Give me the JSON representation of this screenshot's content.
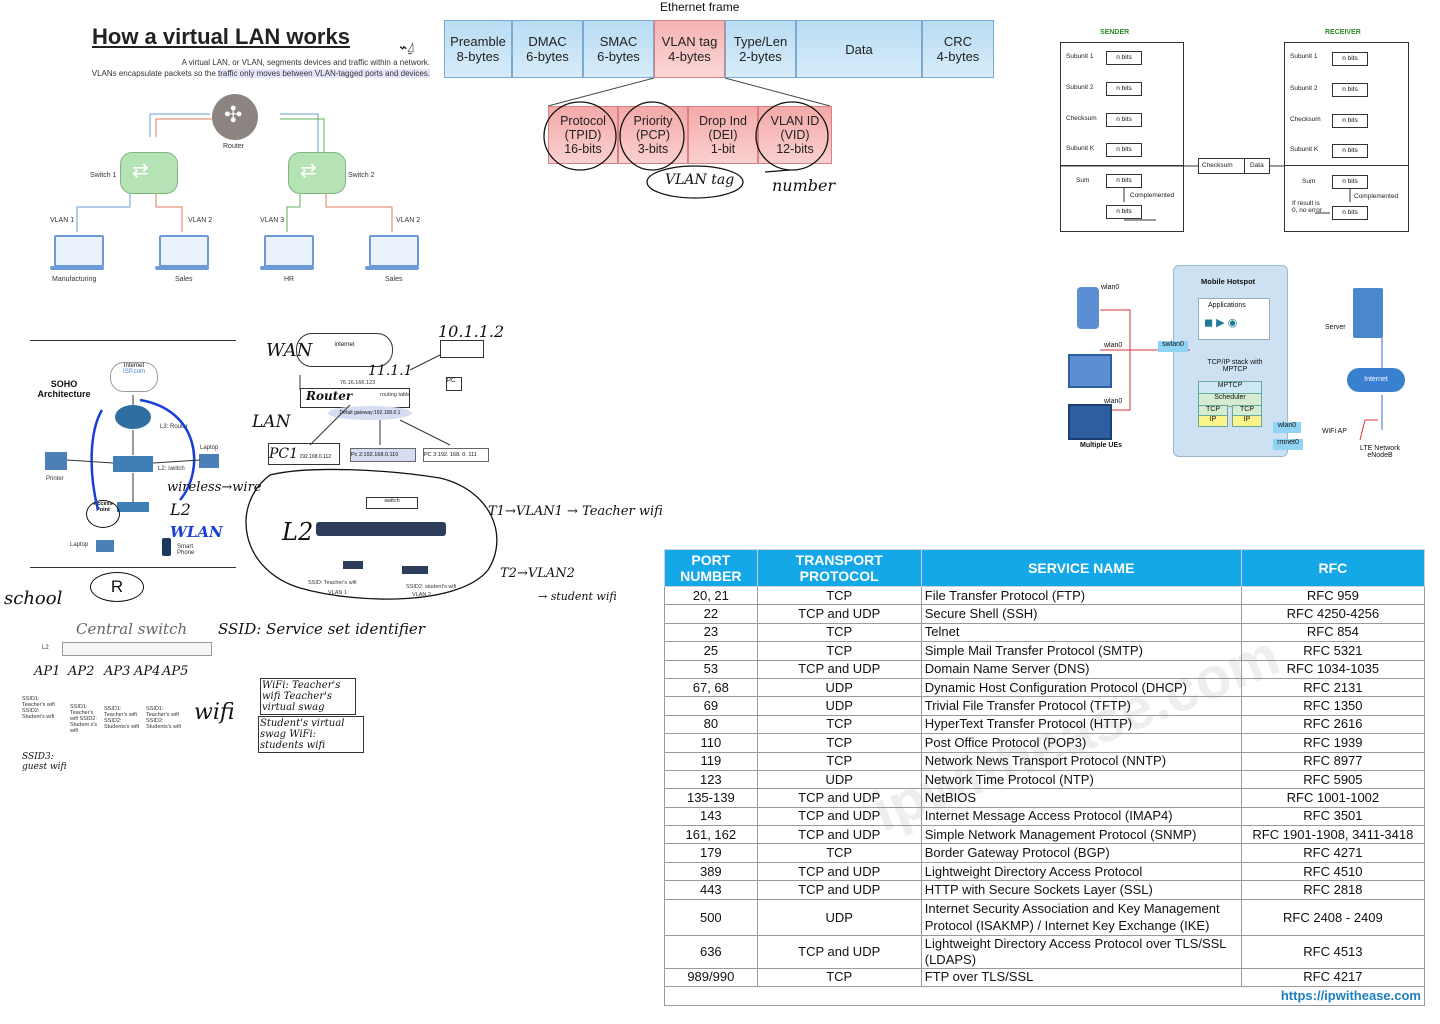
{
  "vlan_panel": {
    "title": "How a virtual LAN works",
    "subtitle_1": "A virtual LAN, or VLAN, segments devices and traffic within a network.",
    "subtitle_2_pre": "VLANs encapsulate packets so the ",
    "subtitle_2_hl": "traffic only moves between VLAN-tagged ports and devices.",
    "router": "Router",
    "switch1": "Switch 1",
    "switch2": "Switch 2",
    "vlan1": "VLAN 1",
    "vlan2a": "VLAN 2",
    "vlan3": "VLAN 3",
    "vlan2b": "VLAN 2",
    "pc1": "Manufacturing",
    "pc2": "Sales",
    "pc3": "HR",
    "pc4": "Sales"
  },
  "ethernet": {
    "title": "Ethernet frame",
    "cells": [
      {
        "l1": "Preamble",
        "l2": "8-bytes"
      },
      {
        "l1": "DMAC",
        "l2": "6-bytes"
      },
      {
        "l1": "SMAC",
        "l2": "6-bytes"
      },
      {
        "l1": "VLAN tag",
        "l2": "4-bytes"
      },
      {
        "l1": "Type/Len",
        "l2": "2-bytes"
      },
      {
        "l1": "Data",
        "l2": ""
      },
      {
        "l1": "CRC",
        "l2": "4-bytes"
      }
    ],
    "tag_cells": [
      {
        "l1": "Protocol",
        "l2": "(TPID)",
        "l3": "16-bits"
      },
      {
        "l1": "Priority",
        "l2": "(PCP)",
        "l3": "3-bits"
      },
      {
        "l1": "Drop Ind",
        "l2": "(DEI)",
        "l3": "1-bit"
      },
      {
        "l1": "VLAN ID",
        "l2": "(VID)",
        "l3": "12-bits"
      }
    ],
    "hand_tag": "VLAN tag",
    "hand_number": "number"
  },
  "checksum": {
    "sender": "SENDER",
    "receiver": "RECEIVER",
    "rows": [
      "Subunit 1",
      "Subunit 2",
      "Checksum",
      "Subunit K"
    ],
    "nbits": "n bits",
    "sum": "Sum",
    "complemented": "Complemented",
    "mid_checksum": "Checksum",
    "mid_data": "Data",
    "result": "If result is 0, no error"
  },
  "hotspot": {
    "title": "Mobile Hotspot",
    "apps": "Applications",
    "stack": "TCP/IP stack with MPTCP",
    "mptcp": "MPTCP",
    "scheduler": "Scheduler",
    "tcp": "TCP",
    "ip": "IP",
    "wlan0": "wlan0",
    "swlan0": "swlan0",
    "rmnet0": "rmnet0",
    "server": "Server",
    "internet": "Internet",
    "wifi_ap": "WiFi AP",
    "lte": "LTE Network eNodeB",
    "ues": "Multiple UEs"
  },
  "soho": {
    "title": "SOHO Architecture",
    "internet": "Internet",
    "isp": "ISP.com",
    "l3": "L3: Router",
    "l2": "L2: switch",
    "printer": "Printer",
    "laptop": "Laptop",
    "ap": "Access Point",
    "laptop2": "Laptop",
    "phone": "Smart Phone",
    "hand_wireless": "wireless→wire",
    "hand_wlan": "WLAN",
    "hand_l2": "L2"
  },
  "lan_sketch": {
    "wan": "WAN",
    "internet": "internet",
    "ip_top": "10.1.1.2",
    "ip_mid": "11.1.1",
    "router": "Router",
    "routing_table": "routing table",
    "public_ip": "76.16.166.123",
    "gateway": "Defalt gateway:192.168.0.1",
    "lan": "LAN",
    "pc1": "PC1",
    "pc1_ip": "192.168.0.112",
    "pc2": "Pc 2:192.168.0.110",
    "pc3": "PC 3:192. 168. 0. 111",
    "pc": "PC",
    "switch": "switch",
    "l2": "L2",
    "ssid1": "SSID: Teacher's wifi",
    "ssid2": "SSID2: student's wifi",
    "vlan1": "VLAN 1",
    "vlan2": "VLAN 2",
    "t1": "T1→VLAN1 → Teacher wifi",
    "t2": "T2→VLAN2",
    "student": "→ student wifi"
  },
  "school": {
    "school": "school",
    "r": "R",
    "central": "Central switch",
    "ssid_def": "SSID: Service set identifier",
    "l2": "L2",
    "aps": [
      "AP1",
      "AP2",
      "AP3",
      "AP4",
      "AP5"
    ],
    "wifi": "wifi",
    "ssid_guest": "SSID3: guest wifi",
    "ap_notes": [
      "SSID1: Teacher's wifi SSID2: Student's wifi",
      "SSID1: Teacher's wifi SSID2: Student s's wifi",
      "SSID1: Teacher's wifi SSID2: Students's wifi",
      "SSID1: Teacher's wifi SSID2: Students's wifi"
    ],
    "box1": "WiFi: Teacher's wifi Teacher's virtual swag",
    "box2": "Student's virtual swag WiFi: students wifi"
  },
  "port_table": {
    "headers": [
      "PORT NUMBER",
      "TRANSPORT PROTOCOL",
      "SERVICE NAME",
      "RFC"
    ],
    "rows": [
      [
        "20, 21",
        "TCP",
        "File Transfer Protocol (FTP)",
        "RFC 959"
      ],
      [
        "22",
        "TCP and UDP",
        "Secure Shell (SSH)",
        "RFC 4250-4256"
      ],
      [
        "23",
        "TCP",
        "Telnet",
        "RFC 854"
      ],
      [
        "25",
        "TCP",
        "Simple Mail Transfer Protocol (SMTP)",
        "RFC 5321"
      ],
      [
        "53",
        "TCP and UDP",
        "Domain Name Server (DNS)",
        "RFC 1034-1035"
      ],
      [
        "67, 68",
        "UDP",
        "Dynamic Host Configuration Protocol (DHCP)",
        "RFC 2131"
      ],
      [
        "69",
        "UDP",
        "Trivial File Transfer Protocol (TFTP)",
        "RFC 1350"
      ],
      [
        "80",
        "TCP",
        "HyperText Transfer Protocol (HTTP)",
        "RFC 2616"
      ],
      [
        "110",
        "TCP",
        "Post Office Protocol (POP3)",
        "RFC 1939"
      ],
      [
        "119",
        "TCP",
        "Network News Transport Protocol (NNTP)",
        "RFC 8977"
      ],
      [
        "123",
        "UDP",
        "Network Time Protocol (NTP)",
        "RFC 5905"
      ],
      [
        "135-139",
        "TCP and UDP",
        "NetBIOS",
        "RFC 1001-1002"
      ],
      [
        "143",
        "TCP and UDP",
        "Internet Message Access Protocol (IMAP4)",
        "RFC 3501"
      ],
      [
        "161, 162",
        "TCP and UDP",
        "Simple Network Management Protocol (SNMP)",
        "RFC 1901-1908, 3411-3418"
      ],
      [
        "179",
        "TCP",
        "Border Gateway Protocol (BGP)",
        "RFC 4271"
      ],
      [
        "389",
        "TCP and UDP",
        "Lightweight Directory Access Protocol",
        "RFC 4510"
      ],
      [
        "443",
        "TCP and UDP",
        "HTTP with Secure Sockets Layer (SSL)",
        "RFC 2818"
      ],
      [
        "500",
        "UDP",
        "Internet Security Association and Key Management Protocol (ISAKMP) / Internet Key Exchange (IKE)",
        "RFC 2408 - 2409"
      ],
      [
        "636",
        "TCP and UDP",
        "Lightweight Directory Access Protocol over TLS/SSL (LDAPS)",
        "RFC 4513"
      ],
      [
        "989/990",
        "TCP",
        "FTP over TLS/SSL",
        "RFC 4217"
      ]
    ],
    "source": "https://ipwithease.com",
    "watermark": "ipwithease.com"
  },
  "colors": {
    "table_header": "#14a8e8",
    "eth_blue": "#b9dcf3",
    "tag_red": "#f4a9a9",
    "switch_green": "#b6e3b6"
  }
}
